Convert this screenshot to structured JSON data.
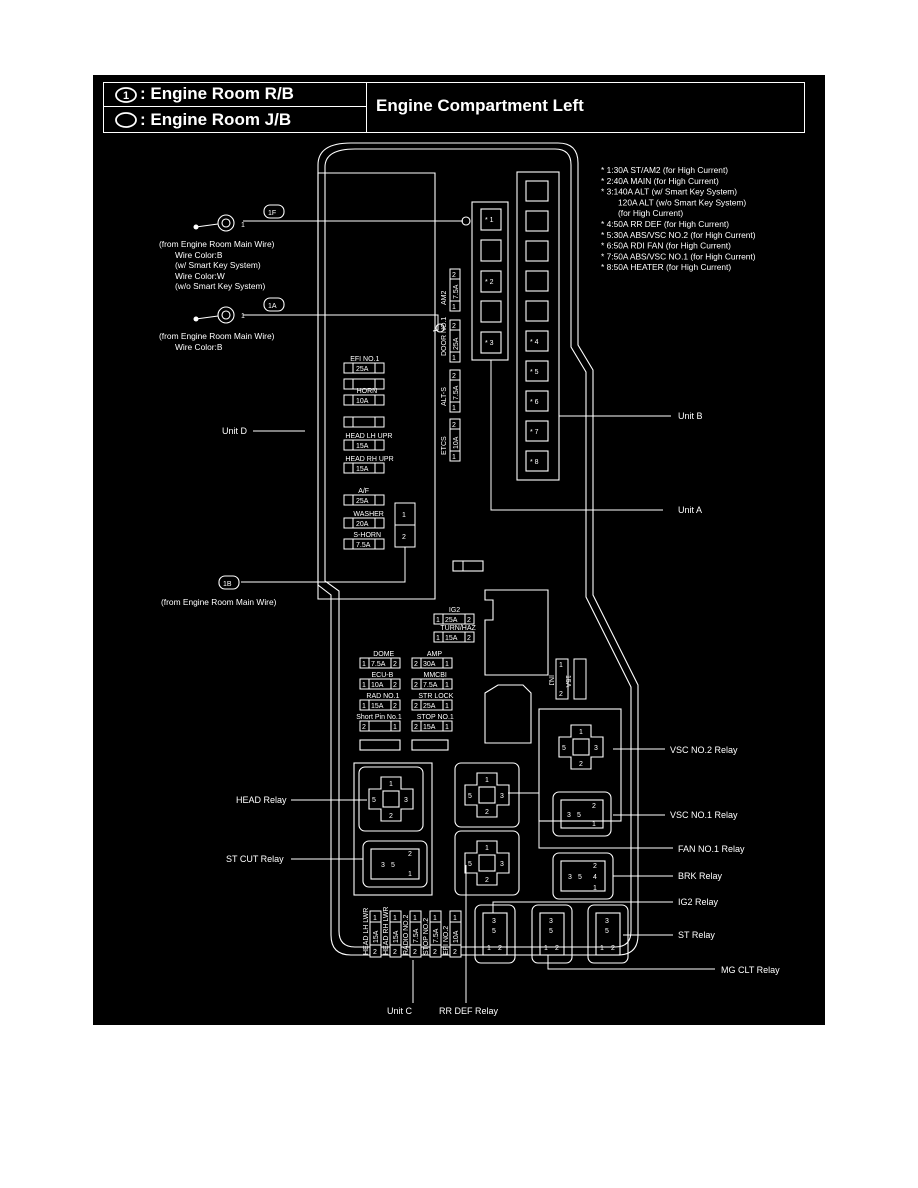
{
  "header": {
    "rb_number": "1",
    "rb_label": ": Engine Room R/B",
    "jb_label": ": Engine Room J/B",
    "title": "Engine Compartment Left"
  },
  "notes": [
    "* 1:30A ST/AM2 (for High Current)",
    "* 2:40A MAIN (for High Current)",
    "* 3:140A ALT (w/ Smart Key System)",
    "120A ALT (w/o Smart Key System)",
    "(for High Current)",
    "* 4:50A RR DEF (for High Current)",
    "* 5:30A ABS/VSC NO.2 (for High Current)",
    "* 6:50A RDI FAN (for High Current)",
    "* 7:50A ABS/VSC NO.1 (for High Current)",
    "* 8:50A HEATER (for High Current)"
  ],
  "connectors": {
    "c1f": {
      "id": "1F",
      "pin": "1",
      "desc": [
        "(from Engine Room Main Wire)",
        "Wire Color:B",
        "(w/ Smart Key System)",
        "Wire Color:W",
        "(w/o Smart Key System)"
      ]
    },
    "c1a": {
      "id": "1A",
      "pin": "1",
      "desc": [
        "(from Engine Room Main Wire)",
        "Wire Color:B"
      ]
    },
    "c1b": {
      "id": "1B",
      "desc": [
        "(from Engine Room Main Wire)"
      ]
    }
  },
  "unit_d_fuses": [
    {
      "name": "EFI NO.1",
      "amp": "25A"
    },
    {
      "name": "",
      "amp": ""
    },
    {
      "name": "HORN",
      "amp": "10A"
    },
    {
      "name": "",
      "amp": ""
    },
    {
      "name": "HEAD LH UPR",
      "amp": "15A"
    },
    {
      "name": "HEAD RH UPR",
      "amp": "15A"
    },
    {
      "name": "A/F",
      "amp": "25A"
    },
    {
      "name": "WASHER",
      "amp": "20A"
    },
    {
      "name": "S-HORN",
      "amp": "7.5A"
    }
  ],
  "vertical_fuses": [
    {
      "name": "AM2",
      "amp": "7.5A",
      "p1": "2",
      "p2": "1"
    },
    {
      "name": "DOOR NO.1",
      "amp": "25A",
      "p1": "2",
      "p2": "1"
    },
    {
      "name": "ALT-S",
      "amp": "7.5A",
      "p1": "2",
      "p2": "1"
    },
    {
      "name": "ETCS",
      "amp": "10A",
      "p1": "2",
      "p2": "1"
    }
  ],
  "unit_a_fuses": [
    "* 1",
    "* 2",
    "* 3"
  ],
  "unit_b_fuses": [
    "* 4",
    "* 5",
    "* 6",
    "* 7",
    "* 8"
  ],
  "unit_d_relay_pins": [
    "1",
    "2"
  ],
  "center_fuses": [
    {
      "name": "IG2",
      "amp": "25A",
      "l": "1",
      "r": "2"
    },
    {
      "name": "TURN/HAZ",
      "amp": "15A",
      "l": "1",
      "r": "2"
    },
    {
      "name": "DOME",
      "amp": "7.5A",
      "l": "1",
      "r": "2"
    },
    {
      "name": "AMP",
      "amp": "30A",
      "l": "2",
      "r": "1"
    },
    {
      "name": "ECU-B",
      "amp": "10A",
      "l": "1",
      "r": "2"
    },
    {
      "name": "MMCBI",
      "amp": "7.5A",
      "l": "2",
      "r": "1"
    },
    {
      "name": "RAD NO.1",
      "amp": "15A",
      "l": "1",
      "r": "2"
    },
    {
      "name": "STR LOCK",
      "amp": "25A",
      "l": "2",
      "r": "1"
    },
    {
      "name": "Short Pin No.1",
      "amp": "",
      "l": "2",
      "r": "1"
    },
    {
      "name": "STOP NO.1",
      "amp": "15A",
      "l": "2",
      "r": "1"
    }
  ],
  "inj_fuse": {
    "name": "INJ",
    "amp": "15A",
    "p1": "1",
    "p2": "2"
  },
  "unit_c_fuses": [
    {
      "name": "HEAD LH LWR",
      "amp": "15A"
    },
    {
      "name": "HEAD RH LWR",
      "amp": "15A"
    },
    {
      "name": "RADIO NO.2",
      "amp": "7.5A"
    },
    {
      "name": "STOP NO.2",
      "amp": "7.5A"
    },
    {
      "name": "EFI NO.2",
      "amp": "10A"
    }
  ],
  "relay_pins": {
    "p1": "1",
    "p2": "2",
    "p3": "3",
    "p4": "4",
    "p5": "5"
  },
  "labels": {
    "unit_d": "Unit D",
    "unit_b": "Unit B",
    "unit_a": "Unit A",
    "unit_c": "Unit C",
    "vsc_no2": "VSC NO.2 Relay",
    "vsc_no1": "VSC NO.1 Relay",
    "head": "HEAD Relay",
    "st_cut": "ST CUT Relay",
    "fan_no1": "FAN NO.1 Relay",
    "brk": "BRK Relay",
    "ig2": "IG2 Relay",
    "st": "ST Relay",
    "mg_clt": "MG CLT Relay",
    "rr_def": "RR DEF Relay"
  },
  "colors": {
    "background": "#000000",
    "line": "#ffffff",
    "page": "#ffffff"
  }
}
